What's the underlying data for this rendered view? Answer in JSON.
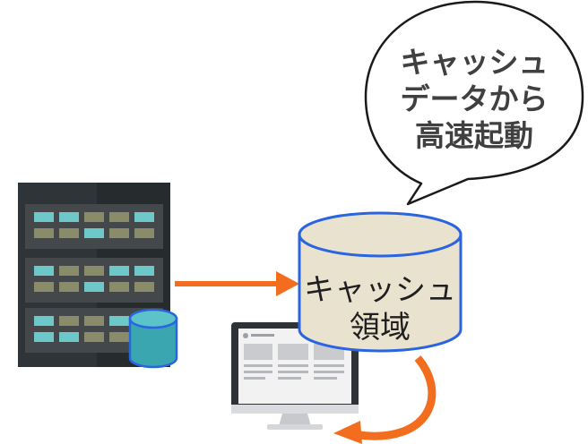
{
  "speech_bubble": {
    "lines": [
      "キャッシュ",
      "データから",
      "高速起動"
    ]
  },
  "cache_label": {
    "lines": [
      "キャッシュ",
      "領域"
    ]
  },
  "colors": {
    "arrow": "#f26d1d",
    "cylinder_stroke": "#2b64e0",
    "cylinder_fill": "#e8e2cf",
    "small_db_fill": "#3aa7b0",
    "rack_frame": "#2e3438",
    "rack_panel": "#44484a",
    "slot_light": "#6cc8c9",
    "slot_dim": "#8a8c69"
  },
  "icons": [
    "server-rack-icon",
    "database-icon",
    "monitor-icon",
    "cache-cylinder-icon"
  ]
}
